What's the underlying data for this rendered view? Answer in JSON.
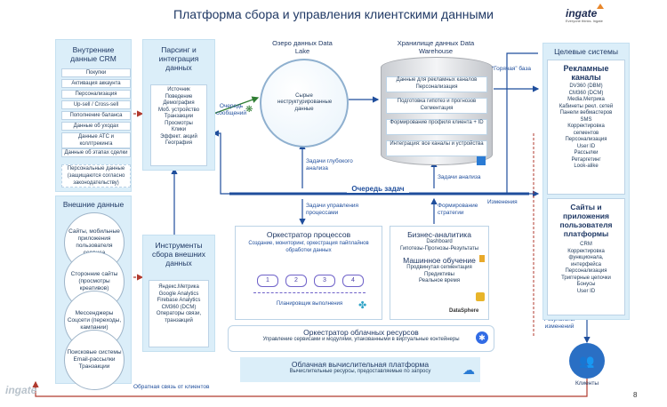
{
  "title": "Платформа сбора и управления клиентскими данными",
  "logo": {
    "name": "ingate",
    "tagline": "Everyone thinks. Ingate"
  },
  "crm": {
    "title": "Внутренние данные CRM",
    "items": [
      "Покупки",
      "Активация аккаунта",
      "Персонализация",
      "Up-sell / Cross-sell",
      "Пополнение баланса",
      "Данные об уходах",
      "Данные АТС и коллтрекинга",
      "Данные об этапах сделки",
      "Персональные данные (защищаются согласно законодательству)"
    ]
  },
  "external": {
    "title": "Внешние данные",
    "circles": [
      "Сайты, мобильные приложения пользователя сервиса",
      "Сторонние сайты (просмотры креативов)",
      "Мессенджеры Соцсети (переходы, кампании)",
      "Поисковые системы Email-рассылки Транзакции"
    ]
  },
  "parsing": {
    "title": "Парсинг и интеграция данных",
    "items": [
      "Источник",
      "Поведение",
      "Демография",
      "Моб. устройство",
      "Транзакции",
      "Просмотры",
      "Клики",
      "Эффект. акций",
      "География"
    ]
  },
  "tools": {
    "title": "Инструменты сбора внешних данных",
    "items": [
      "Яндекс.Метрика",
      "Google Analytics",
      "Firebase Analytics",
      "CM360 (DCM)",
      "Операторы связи, транзакций"
    ]
  },
  "lake": {
    "title": "Озеро данных Data Lake",
    "content": "Сырые неструктурированные данные"
  },
  "warehouse": {
    "title": "Хранилище данных Data Warehouse",
    "layers": [
      "Данные для рекламных каналов Персонализация",
      "Подготовка гипотез и прогнозов Сегментация",
      "Формирование профиля клиента + ID",
      "Интеграция: все каналы и устройства"
    ]
  },
  "labels": {
    "message_queue": "Очередь сообщений",
    "hot_base": "“Горячая” база",
    "deep_analysis": "Задачи глубокого анализа",
    "analysis_tasks": "Задачи анализа",
    "task_queue": "Очередь задач",
    "process_mgmt": "Задачи управления процессами",
    "strategy": "Формирование стратегии",
    "changes": "Изменения",
    "change_results": "Результаты изменений",
    "feedback": "Обратная связь от клиентов"
  },
  "orchestrator": {
    "title": "Оркестратор процессов",
    "subtitle": "Создание, мониторинг, оркестрация пайплайнов обработки данных",
    "steps": [
      "1",
      "2",
      "3",
      "4"
    ],
    "scheduler": "Планировщик выполнения"
  },
  "bi": {
    "title": "Бизнес-аналитика",
    "items": [
      "Dashboard",
      "Гипотезы-Прогнозы-Результаты"
    ],
    "ml_title": "Машинное обучение",
    "ml_items": [
      "Продвинутая сегментация",
      "Предиктивы",
      "Реальное время"
    ],
    "ml_brand": "DataSphere"
  },
  "cloud_orch": {
    "title": "Оркестратор облачных ресурсов",
    "subtitle": "Управление сервисами и модулями, упакованными в виртуальные контейнеры"
  },
  "cloud": {
    "title": "Облачная вычислительная платформа",
    "subtitle": "Вычислительные ресурсы, предоставляемые по запросу"
  },
  "target": {
    "title": "Целевые системы",
    "ads_title": "Рекламные каналы",
    "ads_items": [
      "DV360 (DBM)",
      "CM360 (DCM)",
      "Media.Метрика",
      "Кабинеты рекл. сетей",
      "Панели вебмастеров",
      "SMS",
      "Корректировка сегментов",
      "Персонализация",
      "User ID",
      "Рассылки",
      "Ретаргетинг",
      "Look-alike"
    ],
    "apps_title": "Сайты и приложения пользователя платформы",
    "apps_items": [
      "CRM",
      "Корректировка функционала, интерфейса",
      "Персонализация",
      "Триггерные цепочки",
      "Бонусы",
      "User ID"
    ]
  },
  "clients": "Клиенты",
  "page_number": "8",
  "colors": {
    "panel": "#dbeef9",
    "accent": "#1f4e9c",
    "arrow_red": "#b03a2e",
    "green": "#2e7d32"
  }
}
